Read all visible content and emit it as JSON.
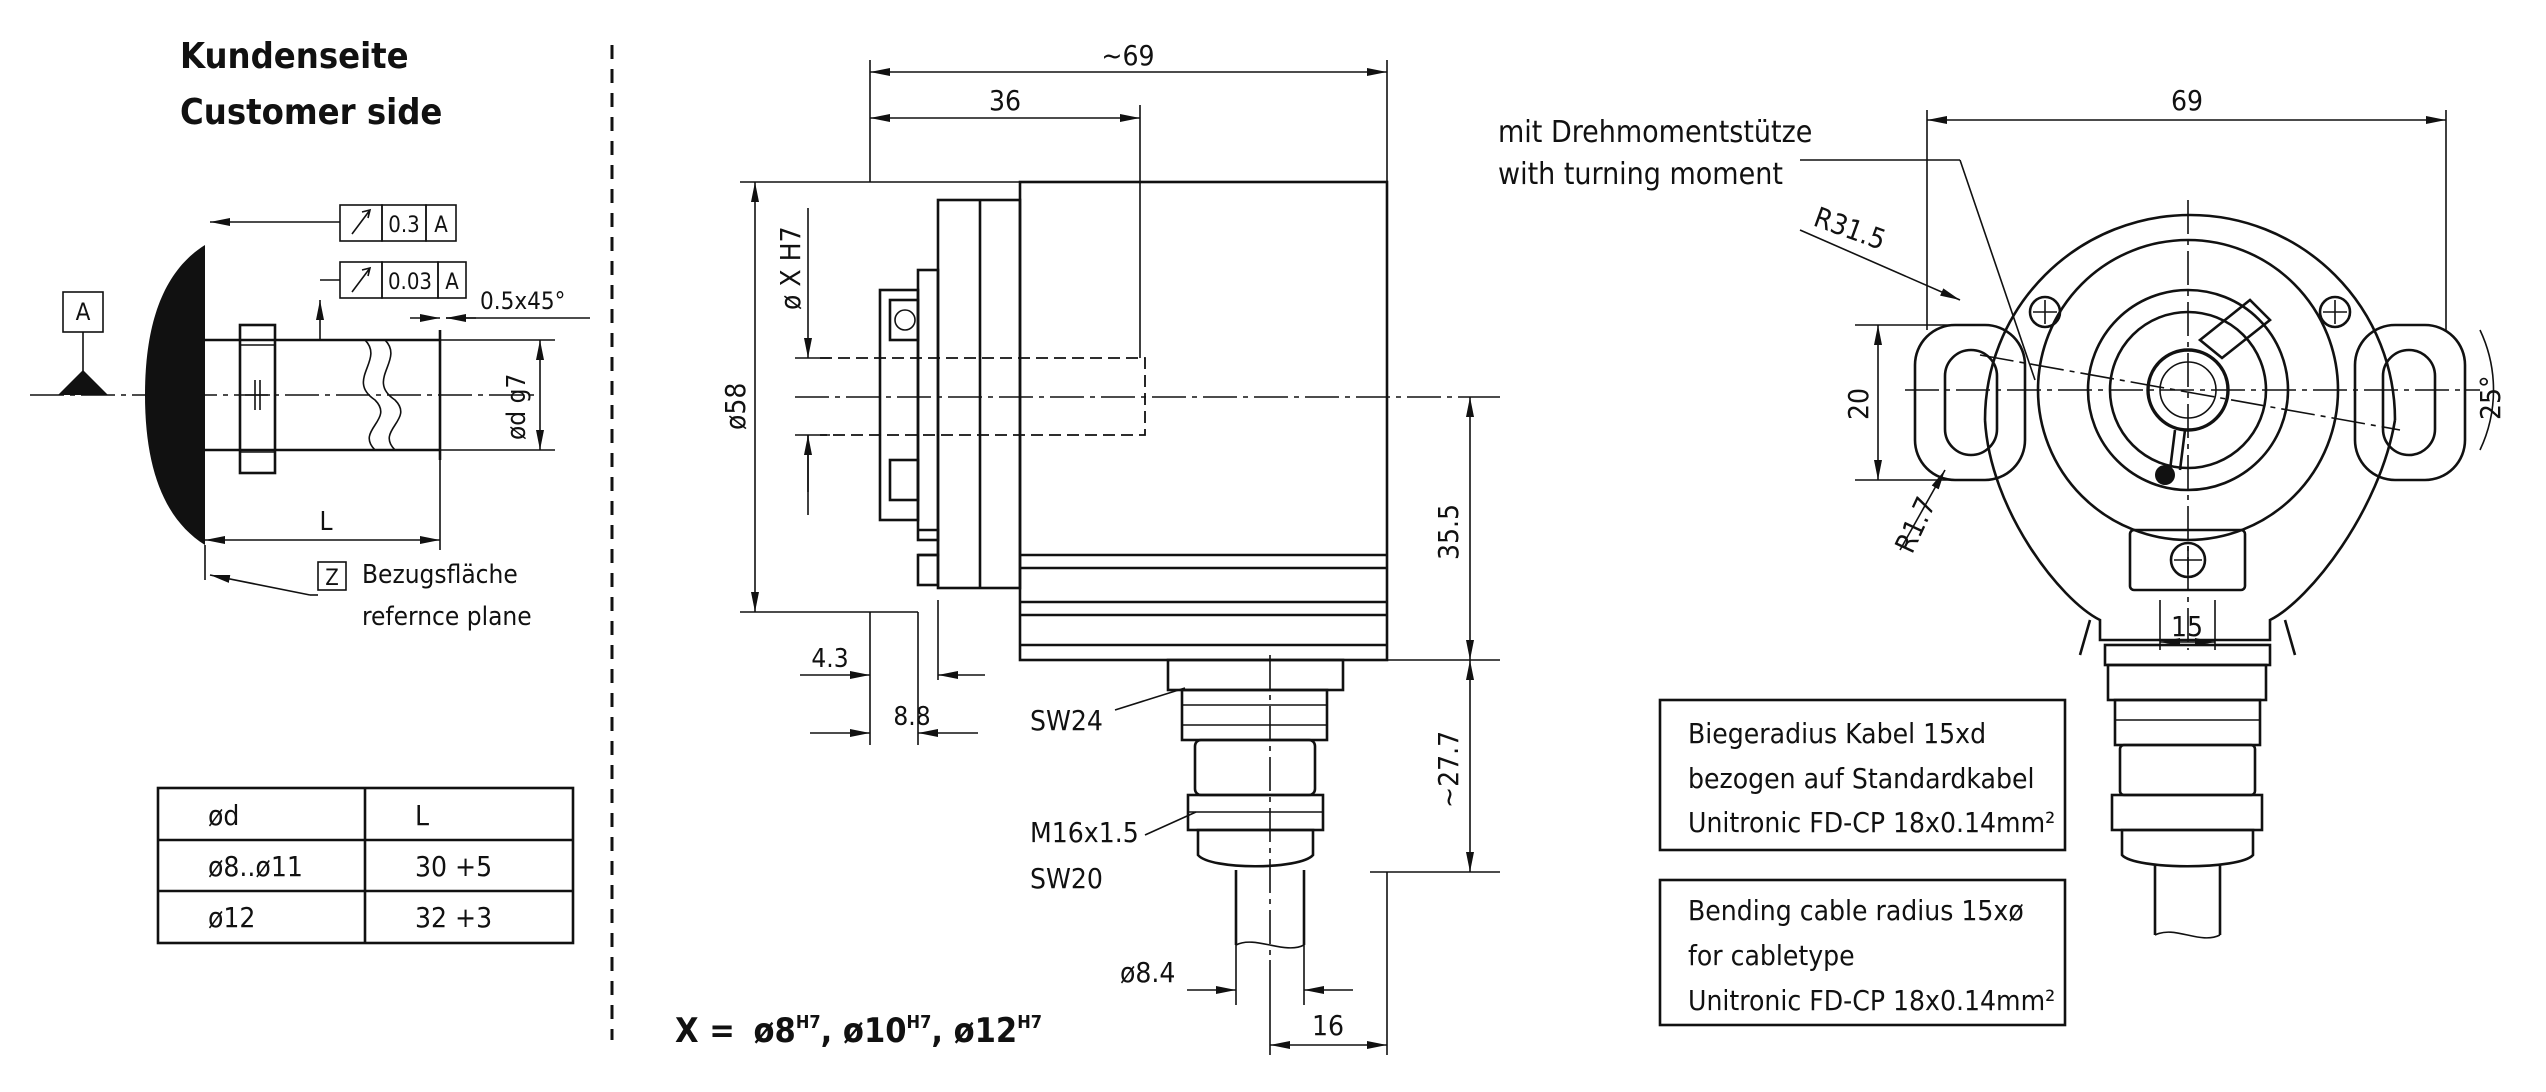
{
  "customer_side": {
    "title_de": "Kundenseite",
    "title_en": "Customer side",
    "datum_label": "A",
    "tol_runout_1": "0.3",
    "tol_runout_1_ref": "A",
    "tol_runout_2": "0.03",
    "tol_runout_2_ref": "A",
    "chamfer": "0.5x45°",
    "dim_d": "ød g7",
    "dim_L": "L",
    "ref_plane_mark": "Z",
    "ref_plane_de": "Bezugsfläche",
    "ref_plane_en": "refernce plane"
  },
  "shaft_table": {
    "headers": [
      "ød",
      "L"
    ],
    "rows": [
      [
        "ø8..ø11",
        "30 +5"
      ],
      [
        "ø12",
        "32 +3"
      ]
    ]
  },
  "side_view": {
    "dim_overall": "~69",
    "dim_36": "36",
    "dim_bore": "ø X H7",
    "dim_58": "ø58",
    "dim_35_5": "35.5",
    "dim_4_3": "4.3",
    "dim_8_8": "8.8",
    "sw24": "SW24",
    "dim_27_7": "~27.7",
    "m16": "M16x1.5",
    "sw20": "SW20",
    "dim_8_4": "ø8.4",
    "dim_16": "16",
    "x_def_prefix": "X = ",
    "x_v1": "ø8",
    "x_v2": "ø10",
    "x_v3": "ø12",
    "x_sup": "H7",
    "x_sep": ", "
  },
  "front_view": {
    "dim_69": "69",
    "torque_de": "mit Drehmomentstütze",
    "torque_en": "with turning moment",
    "r31_5": "R31.5",
    "dim_20": "20",
    "dim_25": "25°",
    "r1_7": "R1.7",
    "dim_15": "15"
  },
  "notes": {
    "de_line1": "Biegeradius Kabel 15xd",
    "de_line2": "bezogen auf Standardkabel",
    "de_line3": "Unitronic FD-CP 18x0.14mm²",
    "en_line1": "Bending cable radius 15xø",
    "en_line2": "for cabletype",
    "en_line3": "Unitronic FD-CP 18x0.14mm²"
  }
}
